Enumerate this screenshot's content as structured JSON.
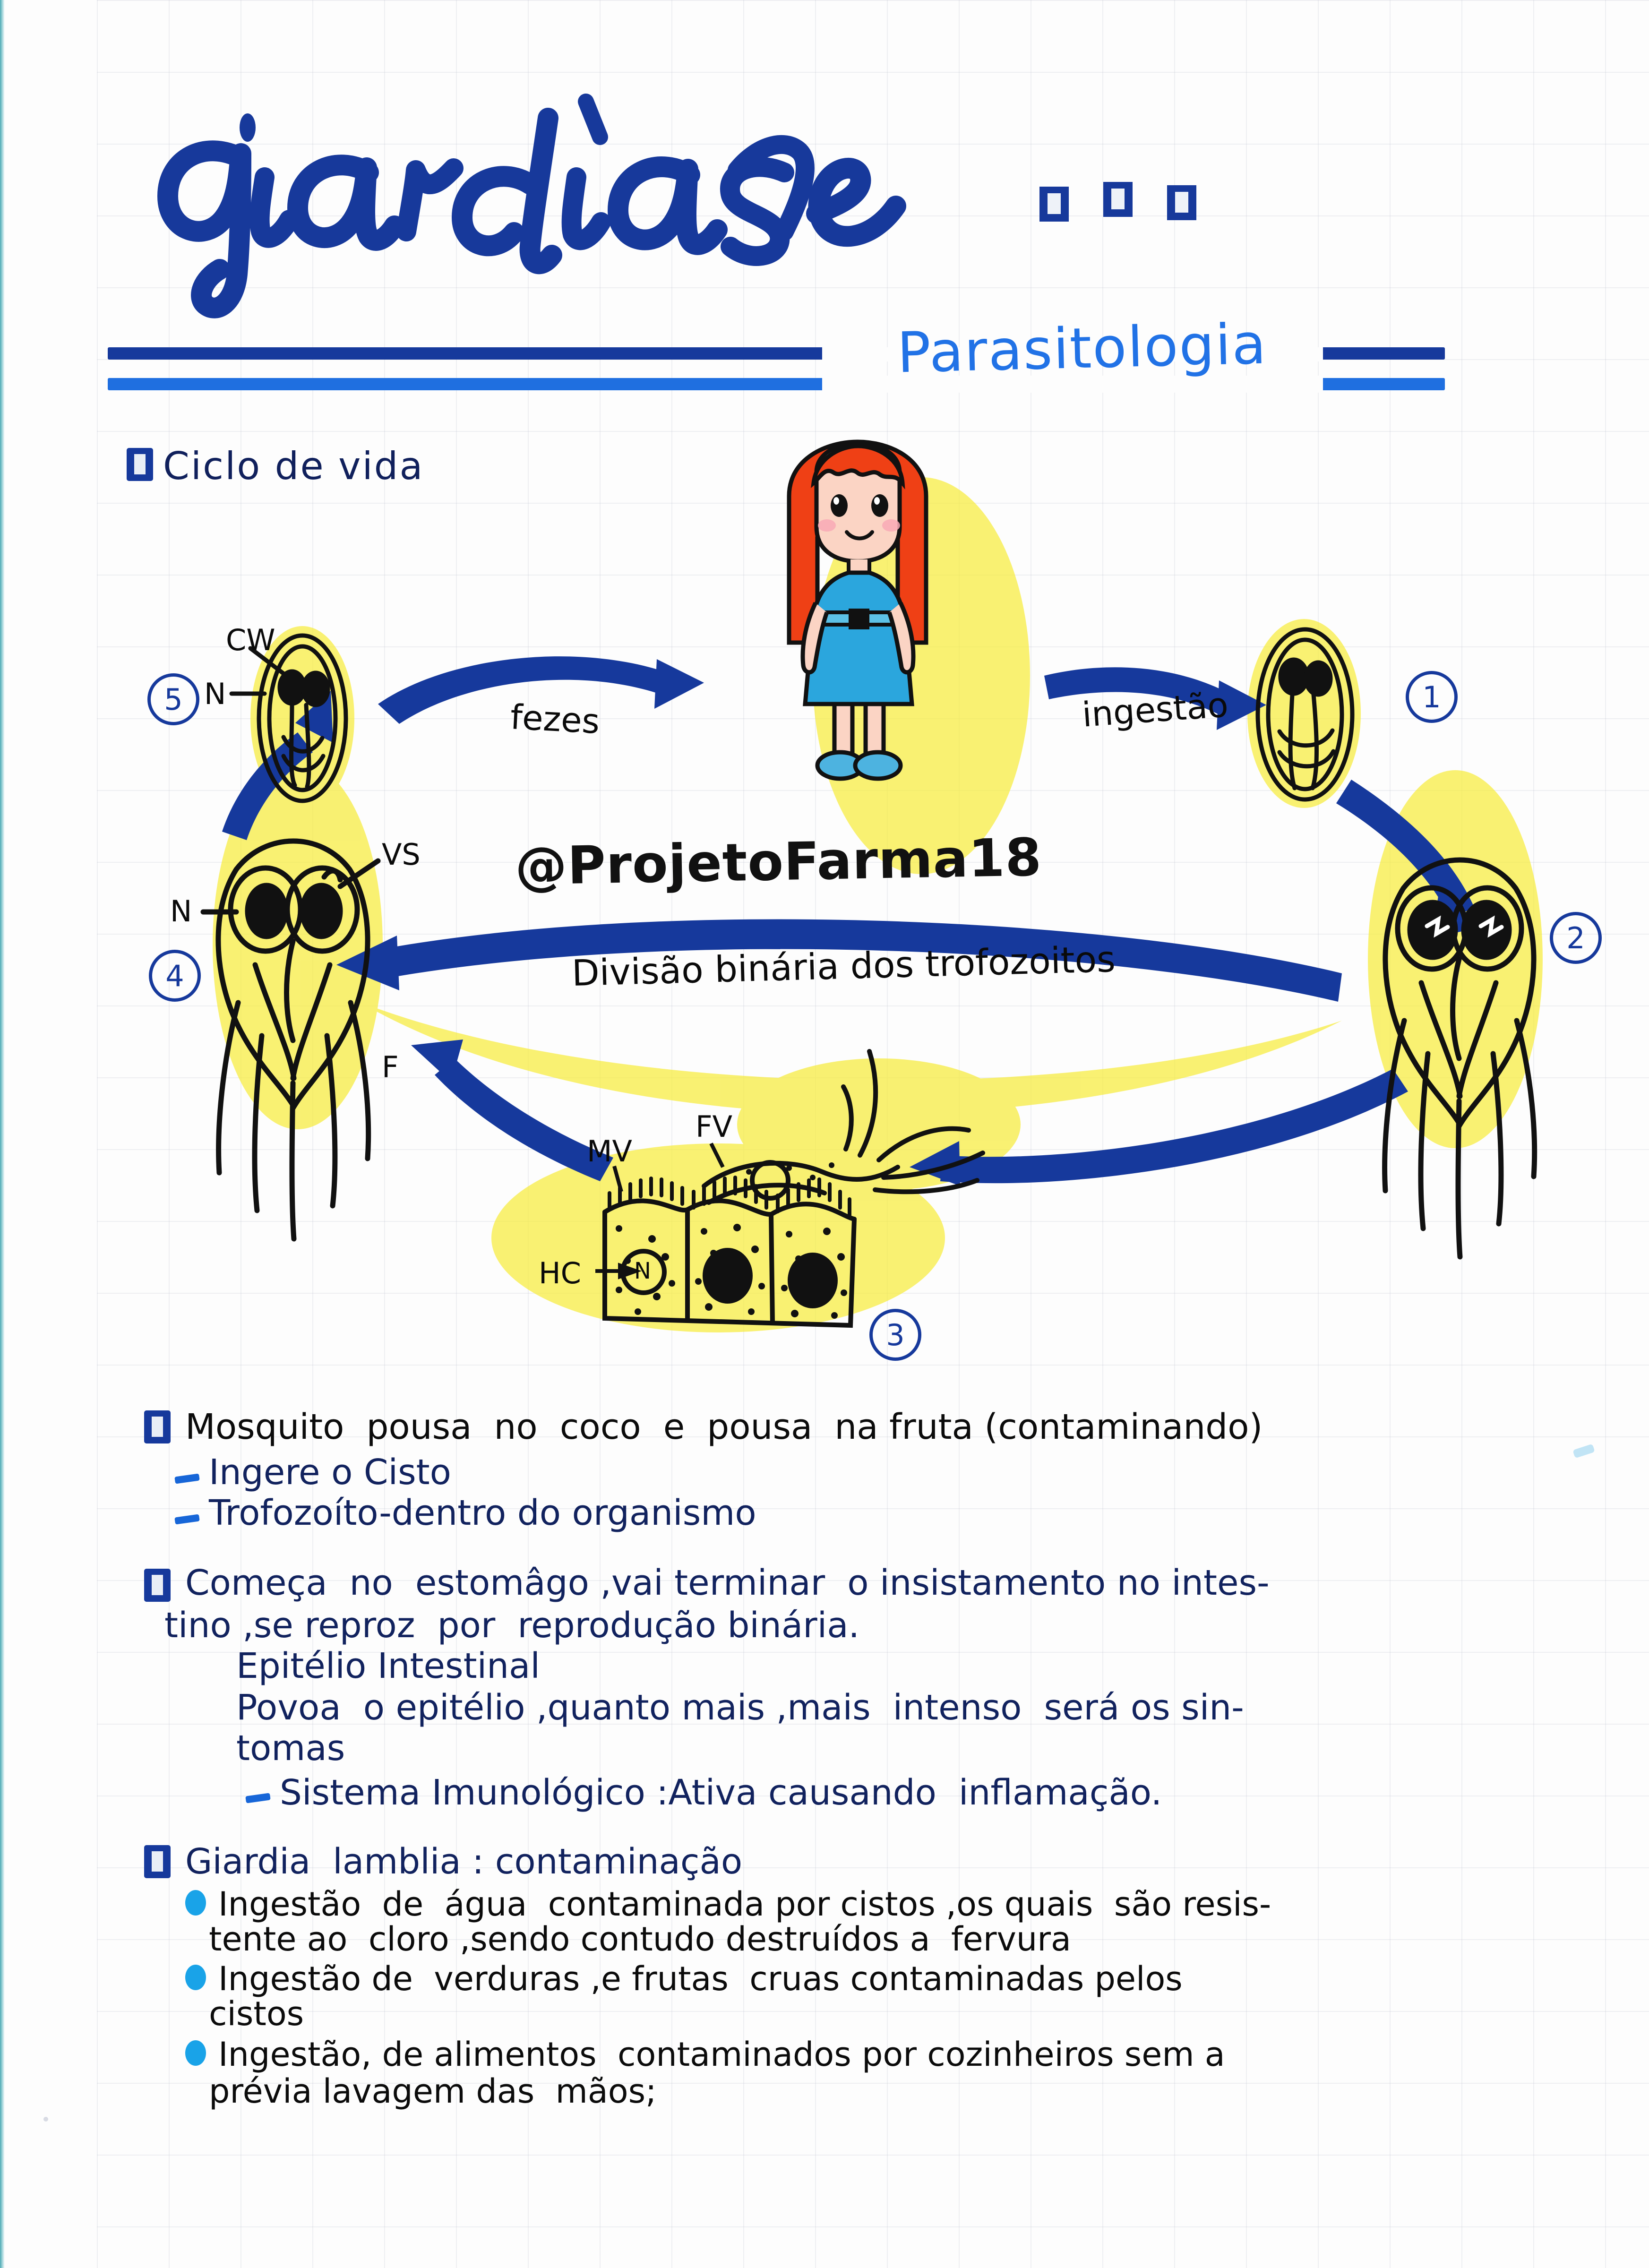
{
  "page": {
    "title": "giardiase",
    "subtitle": "Parasitologia",
    "watermark": "@ProjetoFarma18"
  },
  "sections": [
    {
      "id": "ciclo",
      "heading": "Ciclo de vida"
    }
  ],
  "diagram": {
    "caption": "Divisão binária dos trofozoitos",
    "arrow_labels": {
      "fezes": "fezes",
      "ingestao": "ingestão"
    },
    "stage_numbers": [
      "1",
      "2",
      "3",
      "4",
      "5"
    ],
    "cyst_labels": {
      "cw": "CW",
      "n": "N"
    },
    "trophozoite_labels": {
      "vs": "VS",
      "n": "N",
      "f": "F"
    },
    "epithelium_labels": {
      "mv": "MV",
      "fv": "FV",
      "hc": "HC",
      "n": "N"
    }
  },
  "notes": [
    {
      "bullet": "square",
      "ink": "black",
      "lines": [
        "Mosquito  pousa  no  coco  e  pousa  na fruta (contaminando)"
      ],
      "subitems": [
        {
          "bullet": "dash",
          "text": "Ingere o Cisto"
        },
        {
          "bullet": "dash",
          "text": "Trofozoíto-dentro do organismo"
        }
      ]
    },
    {
      "bullet": "square",
      "ink": "dark-blue",
      "lines": [
        "Começa  no  estomâgo ,vai terminar  o insistamento no intes-",
        "tino ,se reproz  por  reprodução binária.",
        "Epitélio Intestinal",
        "Povoa  o epitélio ,quanto mais ,mais  intenso  será os sin-",
        "tomas"
      ],
      "subitems": [
        {
          "bullet": "dash",
          "text": "Sistema Imunológico :Ativa causando  inflamação."
        }
      ]
    },
    {
      "bullet": "square",
      "ink": "dark-blue",
      "lines": [
        "Giardia  lamblia : contaminação"
      ],
      "subitems": [
        {
          "bullet": "dot",
          "text": "Ingestão  de  água  contaminada por cistos ,os quais  são resis-",
          "cont": "tente ao  cloro ,sendo contudo destruídos a  fervura"
        },
        {
          "bullet": "dot",
          "text": "Ingestão de  verduras ,e frutas  cruas contaminadas pelos",
          "cont": "cistos"
        },
        {
          "bullet": "dot",
          "text": "Ingestão, de alimentos  contaminados por cozinheiros sem a",
          "cont": "prévia lavagem das  mãos;"
        }
      ]
    }
  ],
  "colors": {
    "ink_dark_blue": "#11225e",
    "ink_bright_blue": "#2172e6",
    "arrow_blue": "#16399c",
    "highlight_yellow": "#f7e93b",
    "bullet_dot_blue": "#19a3e8",
    "hair_orange": "#ef4015",
    "dress_blue": "#2ba6dd"
  }
}
